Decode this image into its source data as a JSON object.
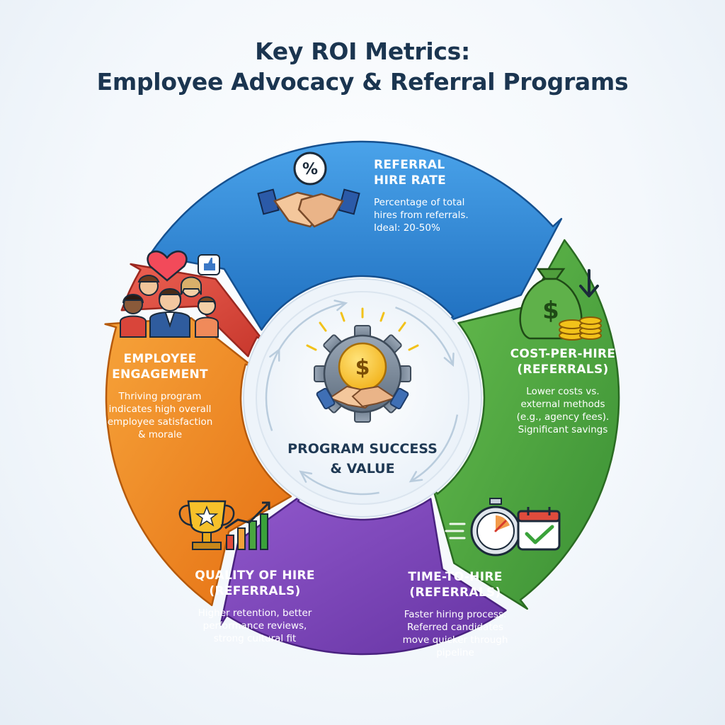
{
  "title": {
    "line1": "Key ROI Metrics:",
    "line2": "Employee Advocacy & Referral Programs"
  },
  "center": {
    "line1": "PROGRAM SUCCESS",
    "line2": "& VALUE",
    "icon": "gear-dollar-handshake-icon"
  },
  "segments": [
    {
      "id": "referral-hire-rate",
      "title": [
        "REFERRAL",
        "HIRE RATE"
      ],
      "desc": [
        "Percentage of total",
        "hires from referrals.",
        "Ideal: 20-50%"
      ],
      "color": "#2f86d6",
      "icon": "handshake-percent-icon"
    },
    {
      "id": "cost-per-hire",
      "title": [
        "COST-PER-HIRE",
        "(REFERRALS)"
      ],
      "desc": [
        "Lower costs vs.",
        "external methods",
        "(e.g., agency fees).",
        "Significant savings"
      ],
      "color": "#4aa63f",
      "icon": "money-bag-coins-icon"
    },
    {
      "id": "time-to-hire",
      "title": [
        "TIME-TO-HIRE",
        "(REFERRALS)"
      ],
      "desc": [
        "Faster hiring process.",
        "Referred candidates",
        "move quicker through",
        "pipeline"
      ],
      "color": "#7b45b8",
      "icon": "stopwatch-calendar-icon"
    },
    {
      "id": "quality-of-hire",
      "title": [
        "QUALITY OF HIRE",
        "(REFERRALS)"
      ],
      "desc": [
        "Higher retention, better",
        "performance reviews,",
        "strong cultural fit"
      ],
      "color": "#ef8a1e",
      "icon": "trophy-chart-icon"
    },
    {
      "id": "employee-engagement",
      "title": [
        "EMPLOYEE",
        "ENGAGEMENT"
      ],
      "desc": [
        "Thriving program",
        "indicates high overall",
        "employee satisfaction",
        "& morale"
      ],
      "color": "#de4a3d",
      "icon": "team-heart-like-icon"
    }
  ]
}
